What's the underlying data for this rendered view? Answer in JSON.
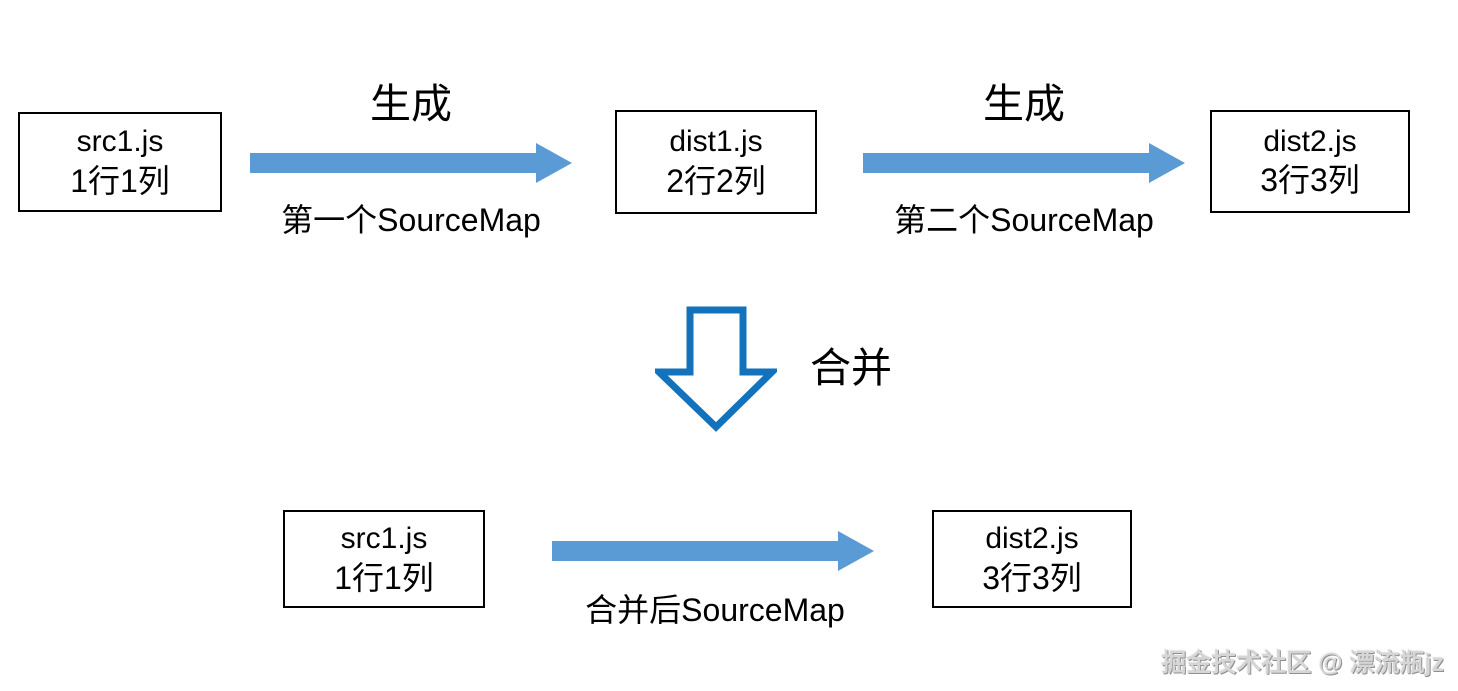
{
  "page": {
    "background": "#ffffff"
  },
  "colors": {
    "arrow_fill": "#5B9BD5",
    "down_arrow_stroke": "#1272BB",
    "down_arrow_fill": "#ffffff",
    "box_border": "#000000",
    "text": "#000000",
    "watermark": "#d6d6d6"
  },
  "top_row": {
    "box_src1": {
      "line1": "src1.js",
      "line2": "1行1列"
    },
    "arrow1": {
      "label_above": "生成",
      "label_below": "第一个SourceMap"
    },
    "box_dist1": {
      "line1": "dist1.js",
      "line2": "2行2列"
    },
    "arrow2": {
      "label_above": "生成",
      "label_below": "第二个SourceMap"
    },
    "box_dist2": {
      "line1": "dist2.js",
      "line2": "3行3列"
    }
  },
  "merge": {
    "label": "合并"
  },
  "bottom_row": {
    "box_src1": {
      "line1": "src1.js",
      "line2": "1行1列"
    },
    "arrow": {
      "label_below": "合并后SourceMap"
    },
    "box_dist2": {
      "line1": "dist2.js",
      "line2": "3行3列"
    }
  },
  "watermark": "掘金技术社区 @ 漂流瓶jz"
}
